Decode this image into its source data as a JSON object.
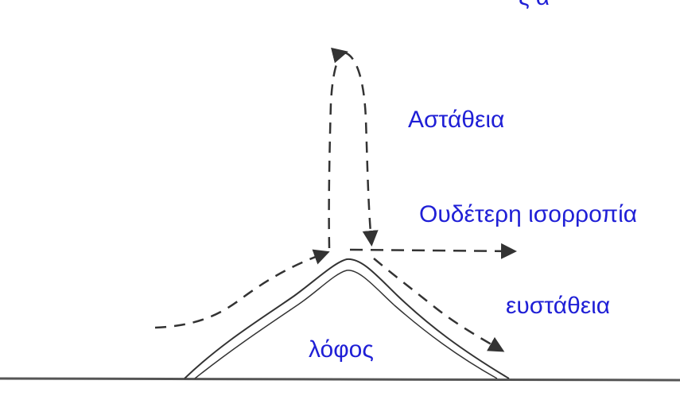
{
  "labels": {
    "instability": "Αστάθεια",
    "neutral_equilibrium": "Ουδέτερη ισορροπία",
    "stability": "ευστάθεια",
    "hill": "λόφος",
    "top_cut_text": "ξ α"
  },
  "colors": {
    "label": "#1f1fd6",
    "lines": "#333333"
  }
}
